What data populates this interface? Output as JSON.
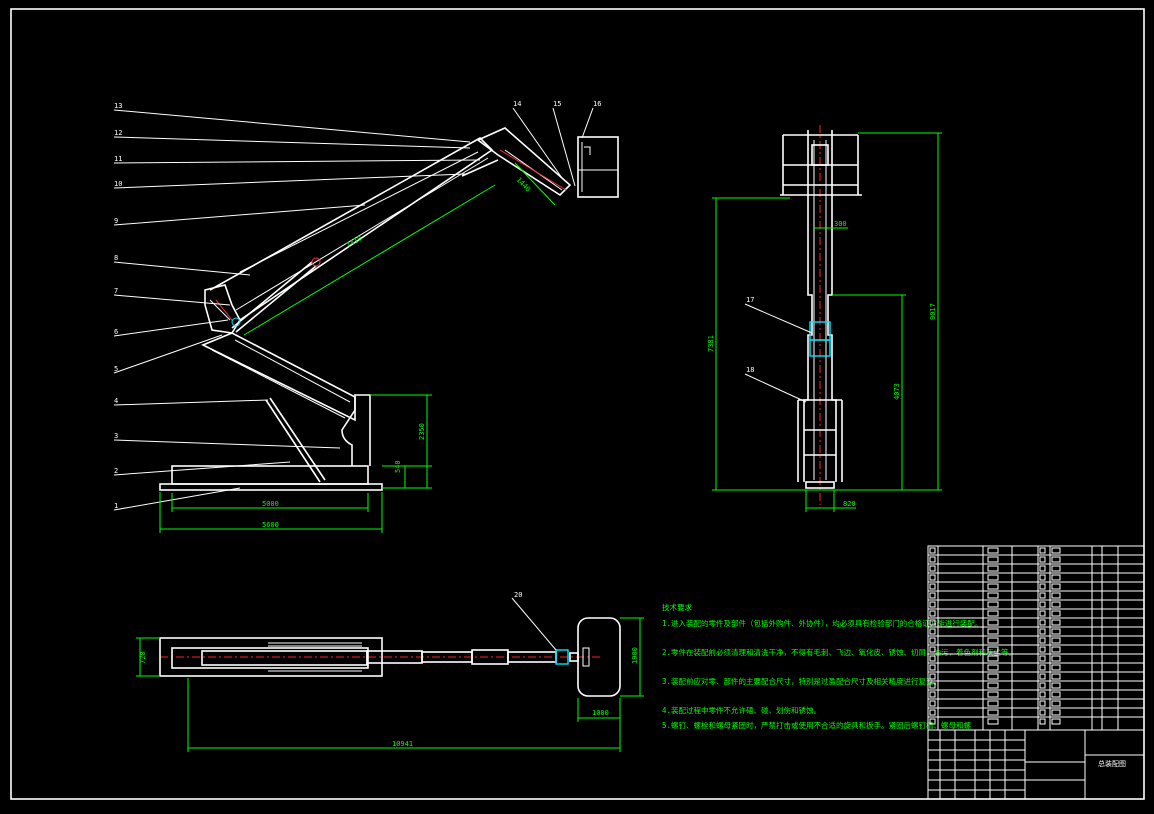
{
  "drawing": {
    "part_labels": [
      "1",
      "2",
      "3",
      "4",
      "5",
      "6",
      "7",
      "8",
      "9",
      "10",
      "11",
      "12",
      "13",
      "14",
      "15",
      "16",
      "17",
      "18",
      "20"
    ],
    "dimensions": {
      "base_length": "5000",
      "base_total": "5600",
      "base_height": "540",
      "column_height": "2350",
      "upper_arm": "7410",
      "fly_jib": "1440",
      "side_width": "300",
      "side_height_total": "9017",
      "side_height_mid": "7381",
      "side_height_lower": "4073",
      "side_base_width": "820",
      "plan_width": "720",
      "plan_length": "10941",
      "basket_width": "1900",
      "basket_depth": "1000"
    },
    "notes": {
      "title": "技术要求",
      "items": [
        "1.进入装配的零件及部件（包括外购件、外协件），均必须具有检验部门的合格证方能进行装配。",
        "2.零件在装配前必须清理和清洗干净，不得有毛刺、飞边、氧化皮、锈蚀、切屑、油污、着色剂和灰尘等。",
        "3.装配前应对零、部件的主要配合尺寸，特别是过盈配合尺寸及相关精度进行复查。",
        "4.装配过程中零件不允许磕、碰、划伤和锈蚀。",
        "5.螺钉、螺栓和螺母紧固时，严禁打击或使用不合适的旋具和扳手。紧固后螺钉槽、螺母和螺"
      ]
    },
    "title_block": {
      "drawing_title": "总装配图"
    }
  }
}
